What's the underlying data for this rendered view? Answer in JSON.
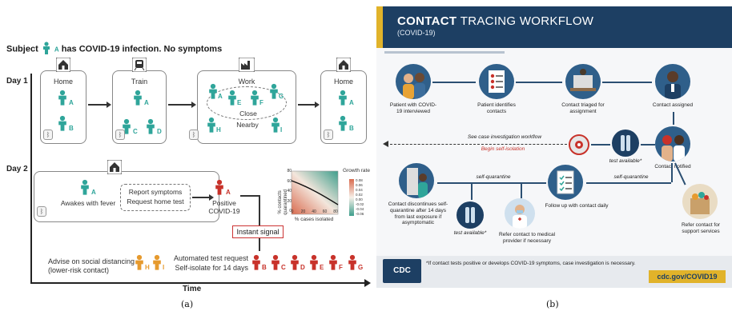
{
  "panel_a": {
    "caption": "(a)",
    "subject_before": "Subject",
    "subject_letter": "A",
    "subject_after": "has COVID-19 infection. No symptoms",
    "day1": "Day 1",
    "day2": "Day 2",
    "time": "Time",
    "locations": [
      "Home",
      "Train",
      "Work",
      "Home"
    ],
    "letters": {
      "A": "A",
      "B": "B",
      "C": "C",
      "D": "D",
      "E": "E",
      "F": "F",
      "G": "G",
      "H": "H",
      "I": "I"
    },
    "close": "Close",
    "nearby": "Nearby",
    "awakes": "Awakes with fever",
    "report": "Report symptoms",
    "request": "Request home test",
    "positive": "Positive",
    "covid": "COVID-19",
    "instant": "Instant signal",
    "advise": "Advise on social distancing",
    "lower_risk": "(lower-risk contact)",
    "auto_req": "Automated test request",
    "self_iso": "Self-isolate for 14 days",
    "bt_icon": "bluetooth-icon",
    "chart": {
      "ylabel": "% contacts quarantined",
      "xlabel": "% cases isolated",
      "legend_title": "Growth rate",
      "xticks": [
        "0",
        "20",
        "40",
        "60",
        "80"
      ],
      "yticks": [
        "0",
        "20",
        "40",
        "60",
        "80"
      ],
      "legend_ticks": [
        "0.08",
        "0.06",
        "0.04",
        "0.02",
        "0.00",
        "-0.02",
        "-0.04",
        "-0.06"
      ],
      "colors": {
        "positive": "#d96b4f",
        "negative": "#3e9e8c"
      }
    },
    "colors": {
      "teal": "#2fa59a",
      "red": "#c8322a",
      "orange": "#e69a2e"
    }
  },
  "panel_b": {
    "caption": "(b)",
    "title_bold": "CONTACT",
    "title_rest": "TRACING WORKFLOW",
    "subtitle": "(COVID-19)",
    "steps": [
      "Patient with COVID-19 interviewed",
      "Patient identifies contacts",
      "Contact triaged for assignment",
      "Contact assigned",
      "Contact notified",
      "Follow up with contact daily",
      "Contact discontinues self-quarantine after 14 days from last exposure if asymptomatic",
      "Refer contact to medical provider if necessary",
      "Refer contact for support services"
    ],
    "see_case": "See case investigation workflow",
    "begin_iso": "Begin self-isolation",
    "test_avail": "test available*",
    "self_q": "self-quarantine",
    "footnote": "*If contact tests positive or develops COVID-19 symptoms, case investigation is necessary.",
    "link": "cdc.gov/COVID19",
    "logo": "CDC",
    "colors": {
      "navy": "#1d3f63",
      "gold": "#e1b32a"
    }
  }
}
